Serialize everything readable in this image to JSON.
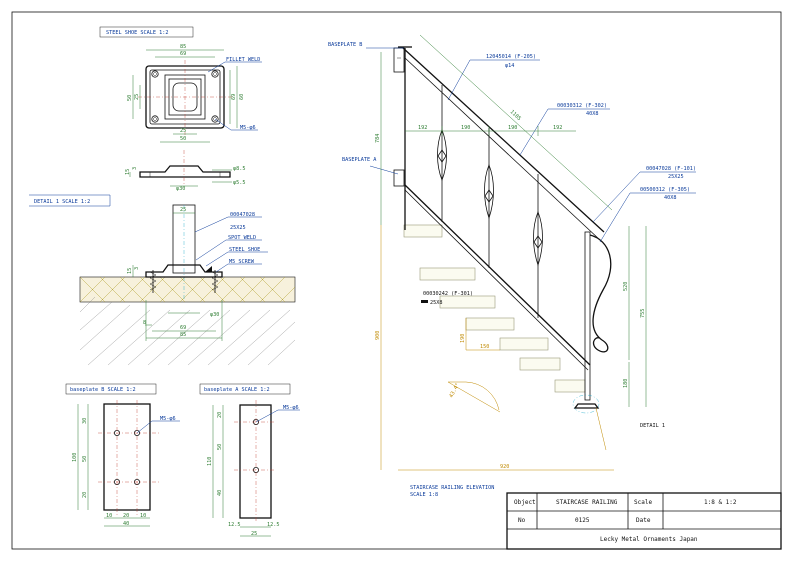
{
  "steel_shoe": {
    "title": "STEEL SHOE SCALE 1:2",
    "dims": {
      "w85": "85",
      "w69": "69",
      "h25": "25",
      "h50": "50",
      "h60": "60",
      "h69": "69",
      "b25": "25",
      "b50": "50"
    },
    "fillet_weld": "FILLET WELD",
    "hole": "M5-φ6",
    "side_dims": {
      "d85": "φ8.5",
      "d55": "φ5.5",
      "d30": "φ30",
      "t15": "15",
      "t3": "3"
    }
  },
  "detail1": {
    "title": "DETAIL 1 SCALE 1:2",
    "dim_25": "25",
    "part": "00047028",
    "size": "25X25",
    "spot_weld": "SPOT WELD",
    "steel_shoe": "STEEL SHOE",
    "screw": "M5 SCREW",
    "d30": "φ30",
    "w69": "69",
    "w85": "85",
    "d8": "8",
    "h15": "15",
    "h3": "3"
  },
  "baseplate_b": {
    "title": "baseplate B  SCALE 1:2",
    "hole": "M5-φ6",
    "v_total": "100",
    "v_a": "30",
    "v_b": "50",
    "v_c": "20",
    "h_a": "10",
    "h_b": "20",
    "h_c": "10",
    "h_total": "40"
  },
  "baseplate_a": {
    "title": "baseplate A  SCALE 1:2",
    "hole": "M5-φ6",
    "v_total": "110",
    "v_a": "20",
    "v_b": "50",
    "v_c": "40",
    "h_a": "12.5",
    "h_b": "12.5",
    "h_total": "25"
  },
  "elevation": {
    "baseplate_b": "BASEPLATE B",
    "baseplate_a": "BASEPLATE A",
    "handrail_part": "12045014 (F-205)",
    "handrail_size": "φ14",
    "top_part": "00030312 (F-302)",
    "top_size": "40X8",
    "post_part": "00047028 (F-101)",
    "post_size": "25X25",
    "rail_part": "00500312 (F-305)",
    "rail_size": "40X8",
    "baluster_part": "00030242 (F-301)",
    "baluster_size": "25X8",
    "spacing": [
      "192",
      "190",
      "190",
      "192"
    ],
    "dim_1105": "1105",
    "dim_784": "784",
    "dim_920": "920",
    "dim_520": "520",
    "dim_755": "755",
    "dim_180": "180",
    "dim_190": "190",
    "dim_150": "150",
    "dim_900": "900",
    "angle": "43.4°",
    "detail": "DETAIL 1",
    "caption": "STAIRCASE RAILING ELEVATION",
    "scale": "SCALE 1:8"
  },
  "title_block": {
    "object_label": "Object",
    "object_value": "STAIRCASE RAILING",
    "scale_label": "Scale",
    "scale_value": "1:8 & 1:2",
    "no_label": "No",
    "no_value": "0125",
    "date_label": "Date",
    "date_value": "",
    "company": "Lecky Metal Ornaments Japan"
  },
  "colors": {
    "frame": "#111111",
    "dim_green": "#2e7d32",
    "dim_orange": "#c08a00",
    "leader_blue": "#0a3a9a",
    "center_red": "#c0392b"
  }
}
